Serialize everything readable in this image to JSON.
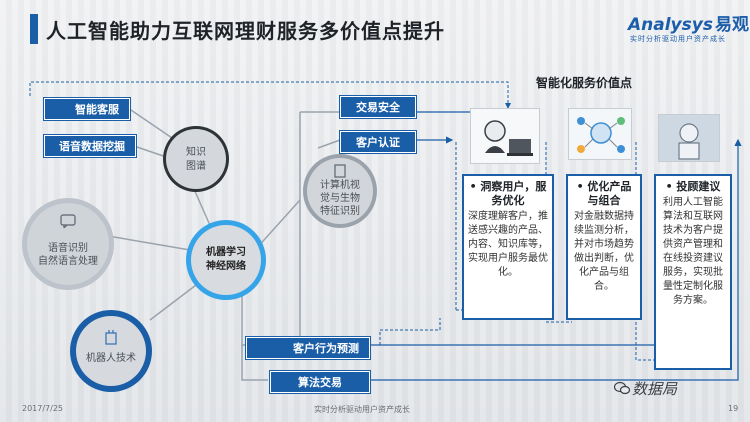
{
  "title": "人工智能助力互联网理财服务多价值点提升",
  "logo": {
    "brand_en": "Analysys",
    "brand_cn": "易观",
    "tagline": "实时分析驱动用户资产成长"
  },
  "tags": {
    "smart_service": "智能客服",
    "voice_mining": "语音数据挖掘",
    "transaction_security": "交易安全",
    "customer_auth": "客户认证",
    "behavior_prediction": "客户行为预测",
    "algo_trading": "算法交易"
  },
  "circles": {
    "knowledge_graph": [
      "知识",
      "图谱"
    ],
    "speech": [
      "语音识别",
      "自然语言处理"
    ],
    "ml": [
      "机器学习",
      "神经网络"
    ],
    "robot": [
      "机器人技术"
    ],
    "vision": [
      "计算机视",
      "觉与生物",
      "特征识别"
    ]
  },
  "value_points_title": "智能化服务价值点",
  "panels": [
    {
      "head": "• 洞察用户，服务优化",
      "body": "深度理解客户，推送感兴趣的产品、内容、知识库等，实现用户服务最优化。"
    },
    {
      "head": "• 优化产品与组合",
      "body": "对金融数据持续监测分析，并对市场趋势做出判断，优化产品与组合。"
    },
    {
      "head": "• 投顾建议",
      "body": "利用人工智能算法和互联网技术为客户提供资产管理和在线投资建议服务，实现批量性定制化服务方案。"
    }
  ],
  "colors": {
    "accent": "#1a5ea8",
    "ring": "#3d8fd6",
    "dash": "#1a5ea8"
  },
  "footer": {
    "date": "2017/7/25",
    "source": "实时分析驱动用户资产成长",
    "page": "19"
  },
  "watermark": "数据局",
  "icons": [
    "knowledge-graph-icon",
    "speech-icon",
    "robot-icon",
    "vision-icon"
  ]
}
